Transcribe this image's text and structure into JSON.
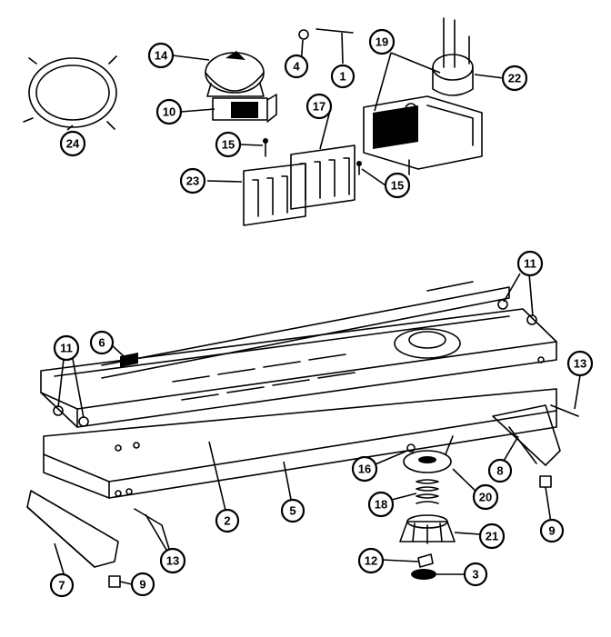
{
  "diagram": {
    "callouts": [
      {
        "id": "c1",
        "label": "1"
      },
      {
        "id": "c2",
        "label": "2"
      },
      {
        "id": "c3",
        "label": "3"
      },
      {
        "id": "c4",
        "label": "4"
      },
      {
        "id": "c5",
        "label": "5"
      },
      {
        "id": "c6",
        "label": "6"
      },
      {
        "id": "c7",
        "label": "7"
      },
      {
        "id": "c8",
        "label": "8"
      },
      {
        "id": "c9a",
        "label": "9"
      },
      {
        "id": "c9b",
        "label": "9"
      },
      {
        "id": "c10",
        "label": "10"
      },
      {
        "id": "c11a",
        "label": "11"
      },
      {
        "id": "c11b",
        "label": "11"
      },
      {
        "id": "c12",
        "label": "12"
      },
      {
        "id": "c13a",
        "label": "13"
      },
      {
        "id": "c13b",
        "label": "13"
      },
      {
        "id": "c14",
        "label": "14"
      },
      {
        "id": "c15a",
        "label": "15"
      },
      {
        "id": "c15b",
        "label": "15"
      },
      {
        "id": "c16",
        "label": "16"
      },
      {
        "id": "c17",
        "label": "17"
      },
      {
        "id": "c18",
        "label": "18"
      },
      {
        "id": "c19",
        "label": "19"
      },
      {
        "id": "c20",
        "label": "20"
      },
      {
        "id": "c21",
        "label": "21"
      },
      {
        "id": "c22",
        "label": "22"
      },
      {
        "id": "c23",
        "label": "23"
      },
      {
        "id": "c24",
        "label": "24"
      }
    ]
  }
}
